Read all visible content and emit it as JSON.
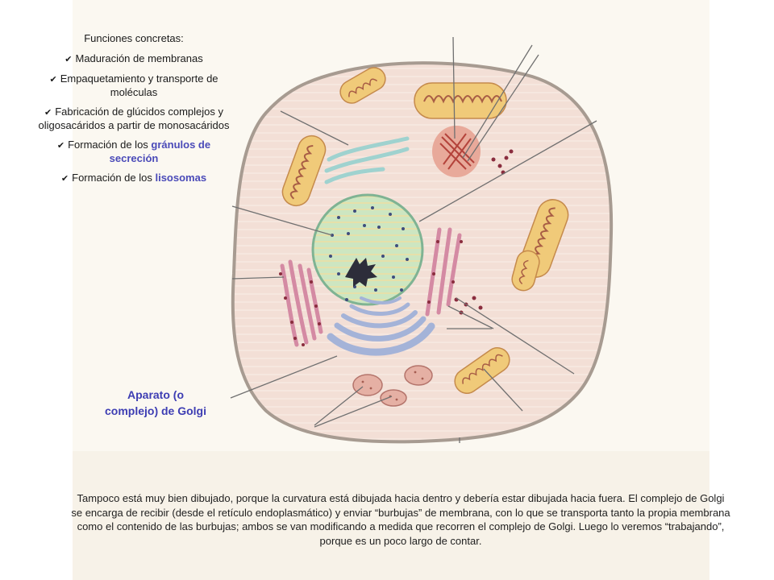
{
  "functions": {
    "title": "Funciones concretas:",
    "items": [
      {
        "text": "Maduración de membranas",
        "prefix": "",
        "highlight": ""
      },
      {
        "text": "Empaquetamiento y transporte de moléculas",
        "prefix": "",
        "highlight": ""
      },
      {
        "text": "Fabricación de glúcidos complejos y oligosacáridos a partir de monosacáridos",
        "prefix": "",
        "highlight": ""
      },
      {
        "text": "",
        "prefix": "Formación de los ",
        "highlight": "gránulos de secreción"
      },
      {
        "text": "",
        "prefix": "Formación de los ",
        "highlight": "lisosomas"
      }
    ],
    "check_symbol": "✔"
  },
  "golgi_label": {
    "line1": "Aparato (o",
    "line2": "complejo) de Golgi"
  },
  "explanation": "Tampoco está muy bien dibujado, porque la curvatura está dibujada hacia dentro y debería estar dibujada hacia fuera. El complejo de Golgi se encarga de recibir (desde el retículo endoplasmático) y enviar “burbujas” de membrana, con lo que se transporta tanto la propia membrana como el contenido de las burbujas; ambos se van modificando a medida que recorren el complejo de Golgi. Luego lo veremos “trabajando”, porque es un poco largo de contar.",
  "colors": {
    "cytoplasm": "#f3dfd6",
    "membrane": "#a79b91",
    "nucleus": "#cde6c1",
    "golgi": "#aab8da",
    "mitochondria": "#f0ca79",
    "rer": "#e6b8c4",
    "label_accent": "#3d3db3"
  }
}
